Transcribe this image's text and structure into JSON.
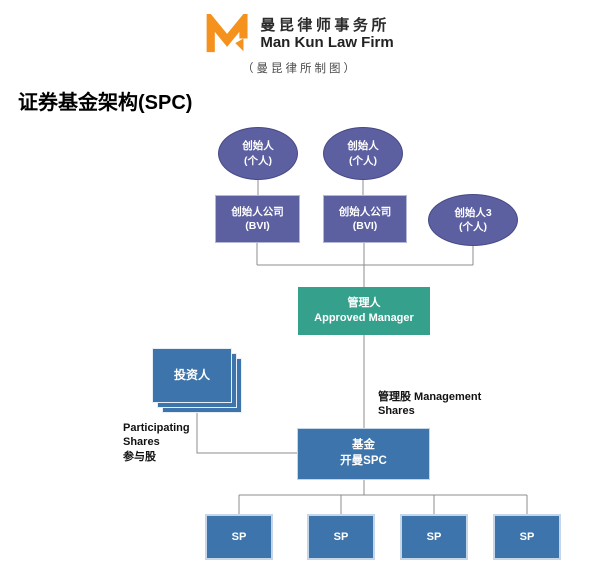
{
  "header": {
    "brand_cn": "曼昆律师事务所",
    "brand_en": "Man Kun Law Firm",
    "credit": "（曼昆律所制图）"
  },
  "page_title": "证券基金架构(SPC)",
  "colors": {
    "purple_fill": "#5c5fa0",
    "purple_border": "#474a86",
    "teal_fill": "#35a18d",
    "blue_fill": "#3d74ab",
    "blue_border": "#c5d6e8",
    "logo_orange": "#f5921e",
    "connector_gray": "#8c8c8c"
  },
  "nodes": {
    "founder1": {
      "line1": "创始人",
      "line2": "(个人)"
    },
    "founder2": {
      "line1": "创始人",
      "line2": "(个人)"
    },
    "founder3": {
      "line1": "创始人3",
      "line2": "(个人)"
    },
    "founder_co1": {
      "line1": "创始人公司",
      "line2": "(BVI)"
    },
    "founder_co2": {
      "line1": "创始人公司",
      "line2": "(BVI)"
    },
    "manager": {
      "line1": "管理人",
      "line2": "Approved Manager"
    },
    "investors": {
      "line1": "投资人"
    },
    "fund": {
      "line1": "基金",
      "line2": "开曼SPC"
    },
    "sp1": {
      "line1": "SP"
    },
    "sp2": {
      "line1": "SP"
    },
    "sp3": {
      "line1": "SP"
    },
    "sp4": {
      "line1": "SP"
    }
  },
  "edge_labels": {
    "participating": {
      "line1": "Participating",
      "line2": "Shares",
      "line3": "参与股"
    },
    "management": {
      "line1": "管理股 Management",
      "line2": "Shares"
    }
  }
}
